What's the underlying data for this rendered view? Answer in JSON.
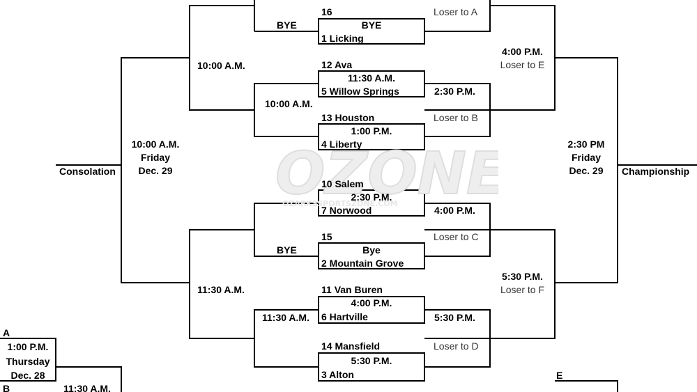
{
  "watermark": {
    "logo": "OZONE",
    "subtitle": "OZARKSSPORTSZONE.COM"
  },
  "colors": {
    "line": "#000000",
    "text": "#000000",
    "muted": "#333333",
    "watermark": "#eeeeee"
  },
  "first_round": [
    {
      "seed_top": "16",
      "time": "BYE",
      "seed_bottom": "1 Licking"
    },
    {
      "seed_top": "12 Ava",
      "time": "11:30 A.M.",
      "seed_bottom": "5 Willow Springs"
    },
    {
      "seed_top": "13 Houston",
      "time": "1:00 P.M.",
      "seed_bottom": "4 Liberty"
    },
    {
      "seed_top": "10 Salem",
      "time": "2:30 P.M.",
      "seed_bottom": "7 Norwood"
    },
    {
      "seed_top": "15",
      "time": "Bye",
      "seed_bottom": "2 Mountain Grove"
    },
    {
      "seed_top": "11 Van Buren",
      "time": "4:00 P.M.",
      "seed_bottom": "6 Hartville"
    },
    {
      "seed_top": "14 Mansfield",
      "time": "5:30 P.M.",
      "seed_bottom": "3 Alton"
    }
  ],
  "losers_round": {
    "labels": [
      "BYE",
      "10:00 A.M.",
      "BYE",
      "11:30 A.M."
    ]
  },
  "losers_semis": {
    "labels": [
      "10:00 A.M.",
      "11:30 A.M."
    ]
  },
  "consolation": {
    "label": "Consolation",
    "time": "10:00 A.M.",
    "day": "Friday",
    "date": "Dec. 29"
  },
  "winners_right": {
    "slots": [
      {
        "time": "",
        "note": "Loser to A"
      },
      {
        "time": "2:30 P.M.",
        "note": "Loser to B"
      },
      {
        "time": "4:00 P.M.",
        "note": "Loser to C"
      },
      {
        "time": "5:30 P.M.",
        "note": "Loser to D"
      }
    ],
    "semis": [
      {
        "time": "4:00 P.M.",
        "note": "Loser to E"
      },
      {
        "time": "5:30 P.M.",
        "note": "Loser to F"
      }
    ]
  },
  "championship": {
    "label": "Championship",
    "time": "2:30 PM",
    "day": "Friday",
    "date": "Dec. 29"
  },
  "bottom_left": {
    "tag_a": "A",
    "tag_b": "B",
    "time": "1:00 P.M.",
    "day": "Thursday",
    "date": "Dec. 28",
    "next_time": "11:30 A.M."
  },
  "bottom_right": {
    "tag_e": "E"
  }
}
